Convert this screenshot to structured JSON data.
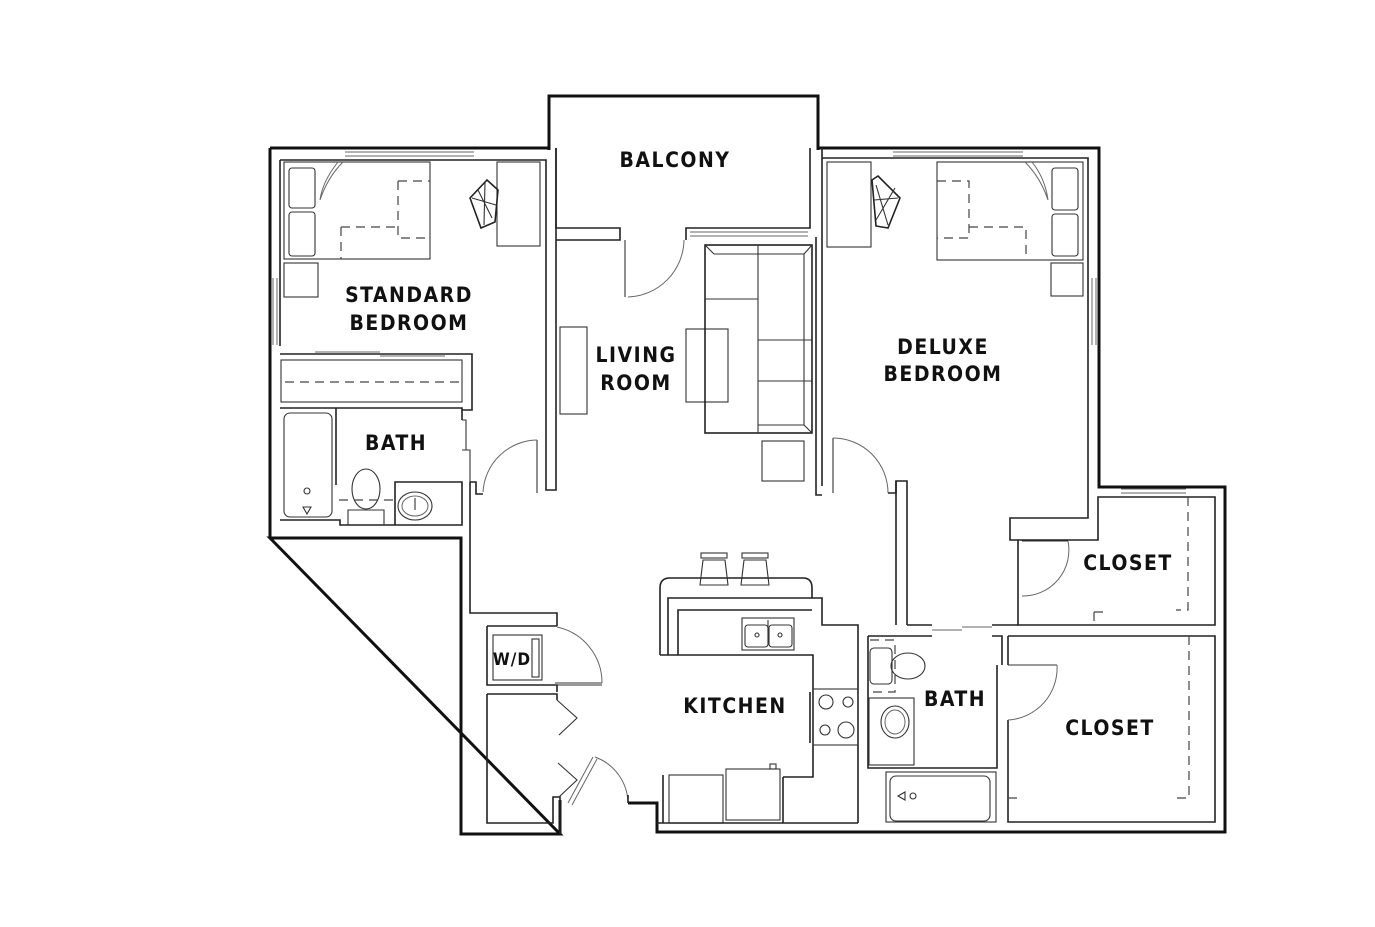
{
  "floor_plan": {
    "rooms": {
      "balcony": "BALCONY",
      "standard_bedroom_line1": "STANDARD",
      "standard_bedroom_line2": "BEDROOM",
      "bath_left": "BATH",
      "living_room_line1": "LIVING",
      "living_room_line2": "ROOM",
      "deluxe_bedroom_line1": "DELUXE",
      "deluxe_bedroom_line2": "BEDROOM",
      "closet_upper": "CLOSET",
      "closet_lower": "CLOSET",
      "bath_right": "BATH",
      "kitchen": "KITCHEN",
      "washer_dryer": "W/D"
    },
    "colors": {
      "wall": "#111111",
      "background": "#ffffff"
    }
  }
}
